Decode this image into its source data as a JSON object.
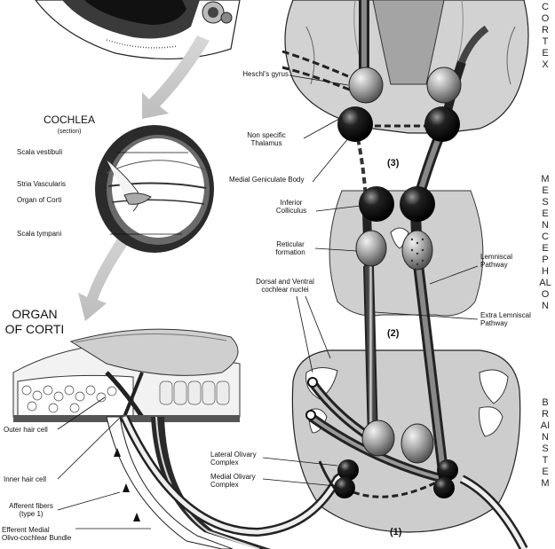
{
  "headings": {
    "cochlea": "COCHLEA",
    "cochlea_sub": "(section)",
    "organ_line1": "ORGAN",
    "organ_line2": "OF CORTI"
  },
  "side_labels": {
    "cortex": "CORTEX",
    "mesencephalon": "MESENCEPHALON",
    "brainstem": "BRAINSTEM"
  },
  "stage_numbers": {
    "s1": "(1)",
    "s2": "(2)",
    "s3": "(3)"
  },
  "cochlea_labels": {
    "scala_vestibuli": "Scala vestibuli",
    "stria_line1": "Stria Vascularis",
    "organ_of_corti": "Organ of Corti",
    "scala_tympani": "Scala tympani"
  },
  "pathway_labels": {
    "heschl": "Heschl's gyrus",
    "nonspecific_1": "Non specific",
    "nonspecific_2": "Thalamus",
    "mgb": "Medial Geniculate Body",
    "ic_1": "Inferior",
    "ic_2": "Colliculus",
    "ret_1": "Reticular",
    "ret_2": "formation",
    "dvcn_1": "Dorsal and Ventral",
    "dvcn_2": "cochlear nuclei",
    "lemn_1": "Lemniscal",
    "lemn_2": "Pathway",
    "extra_1": "Extra Lemniscal",
    "extra_2": "Pathway",
    "loc_1": "Lateral Olivary",
    "loc_2": "Complex",
    "moc_1": "Medial Olivary",
    "moc_2": "Complex"
  },
  "corti_labels": {
    "outer_hair": "Outer hair cell",
    "inner_hair": "Inner hair cell",
    "afferent_1": "Afferent fibers",
    "afferent_2": "(type 1)",
    "efferent_1": "Efferent Medial",
    "efferent_2": "Olivo-cochlear Bundle"
  }
}
